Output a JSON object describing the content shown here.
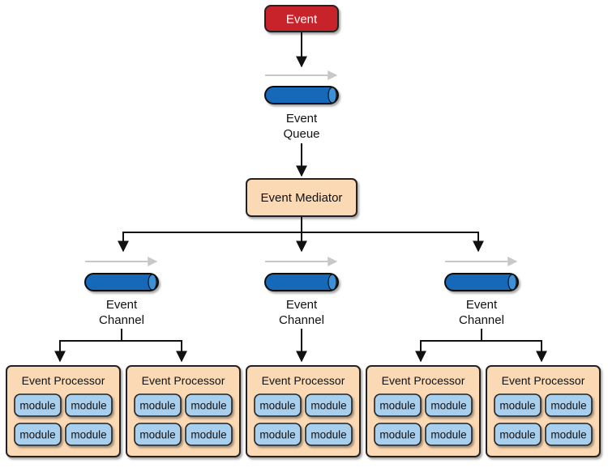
{
  "event": {
    "label": "Event"
  },
  "queue": {
    "label_line1": "Event",
    "label_line2": "Queue"
  },
  "mediator": {
    "label": "Event Mediator"
  },
  "channels": [
    {
      "label_line1": "Event",
      "label_line2": "Channel"
    },
    {
      "label_line1": "Event",
      "label_line2": "Channel"
    },
    {
      "label_line1": "Event",
      "label_line2": "Channel"
    }
  ],
  "processors": [
    {
      "title": "Event Processor",
      "modules": [
        "module",
        "module",
        "module",
        "module"
      ]
    },
    {
      "title": "Event Processor",
      "modules": [
        "module",
        "module",
        "module",
        "module"
      ]
    },
    {
      "title": "Event Processor",
      "modules": [
        "module",
        "module",
        "module",
        "module"
      ]
    },
    {
      "title": "Event Processor",
      "modules": [
        "module",
        "module",
        "module",
        "module"
      ]
    },
    {
      "title": "Event Processor",
      "modules": [
        "module",
        "module",
        "module",
        "module"
      ]
    }
  ],
  "colors": {
    "event_fill": "#c8232c",
    "mediator_fill": "#fbd9b4",
    "processor_fill": "#fbd9b4",
    "module_fill": "#a9cfee",
    "pipe_fill": "#1469b8",
    "pipe_end": "#3d8fd6",
    "flow_arrow": "#c8c8c8",
    "line": "#111111"
  }
}
